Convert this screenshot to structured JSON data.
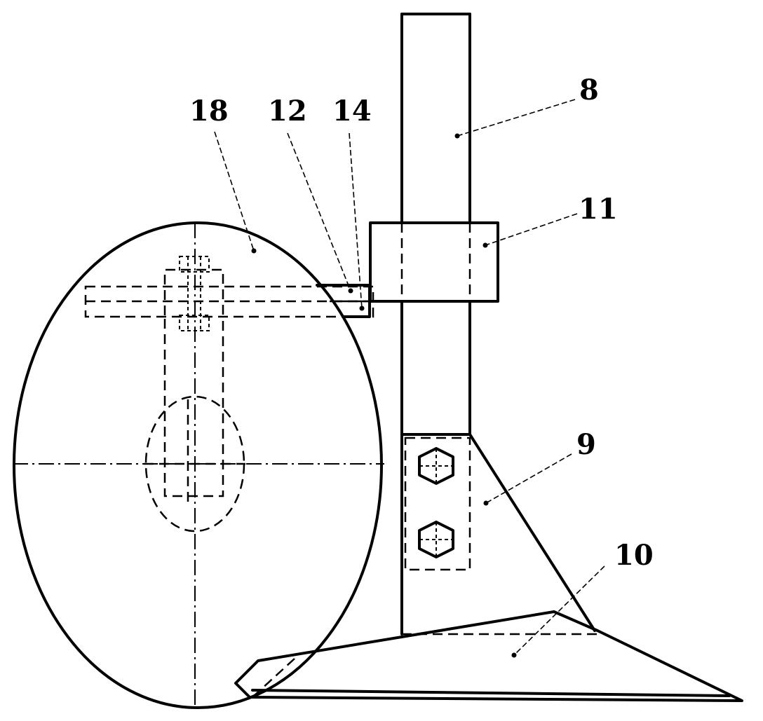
{
  "labels": {
    "part_8": "8",
    "part_9": "9",
    "part_10": "10",
    "part_11": "11",
    "part_12": "12",
    "part_14": "14",
    "part_18": "18"
  },
  "colors": {
    "ink": "#000000",
    "paper": "#ffffff"
  }
}
